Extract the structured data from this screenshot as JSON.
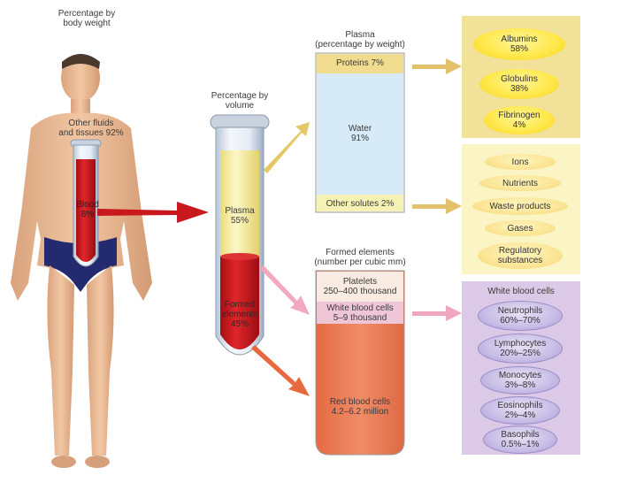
{
  "body_weight": {
    "title": "Percentage by\nbody weight",
    "other": "Other fluids\nand tissues 92%",
    "blood": "Blood\n8%"
  },
  "volume": {
    "title": "Percentage by\nvolume",
    "plasma": "Plasma\n55%",
    "formed": "Formed\nelements\n45%"
  },
  "plasma_col": {
    "title": "Plasma\n(percentage by weight)",
    "proteins": "Proteins 7%",
    "water": "Water\n91%",
    "solutes": "Other solutes 2%"
  },
  "formed_col": {
    "title": "Formed elements\n(number per cubic mm)",
    "platelets": "Platelets\n250–400 thousand",
    "wbc": "White blood cells\n5–9 thousand",
    "rbc": "Red blood cells\n4.2–6.2 million"
  },
  "proteins_list": [
    {
      "name": "Albumins",
      "value": "58%"
    },
    {
      "name": "Globulins",
      "value": "38%"
    },
    {
      "name": "Fibrinogen",
      "value": "4%"
    }
  ],
  "solutes_list": [
    "Ions",
    "Nutrients",
    "Waste products",
    "Gases",
    "Regulatory\nsubstances"
  ],
  "wbc_panel": {
    "title": "White blood cells",
    "items": [
      {
        "name": "Neutrophils",
        "value": "60%–70%"
      },
      {
        "name": "Lymphocytes",
        "value": "20%–25%"
      },
      {
        "name": "Monocytes",
        "value": "3%–8%"
      },
      {
        "name": "Eosinophils",
        "value": "2%–4%"
      },
      {
        "name": "Basophils",
        "value": "0.5%–1%"
      }
    ]
  },
  "colors": {
    "plasma_yellow": "#f6ef9c",
    "blood_red": "#c8161d",
    "rbc": "#e87850",
    "wbc_panel": "#dcc8e6",
    "protein_panel": "#f3e39a"
  }
}
